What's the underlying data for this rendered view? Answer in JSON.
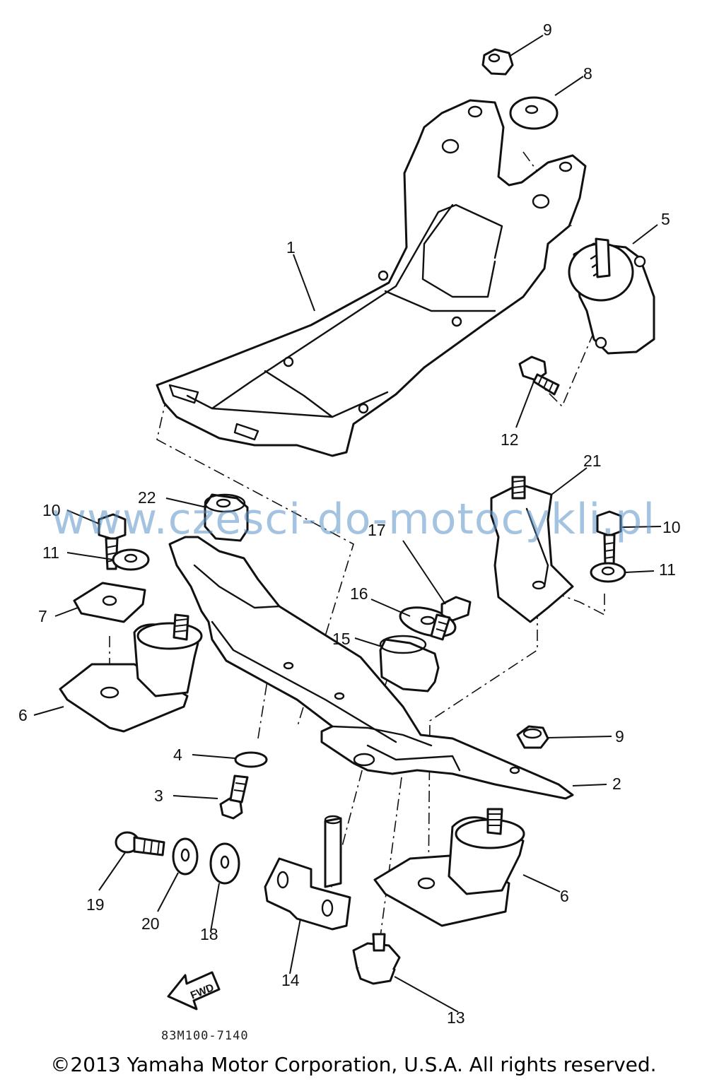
{
  "parts": [
    {
      "id": "part-1",
      "label": "1"
    },
    {
      "id": "part-2",
      "label": "2"
    },
    {
      "id": "part-3",
      "label": "3"
    },
    {
      "id": "part-4",
      "label": "4"
    },
    {
      "id": "part-5",
      "label": "5"
    },
    {
      "id": "part-6a",
      "label": "6"
    },
    {
      "id": "part-6b",
      "label": "6"
    },
    {
      "id": "part-7",
      "label": "7"
    },
    {
      "id": "part-8",
      "label": "8"
    },
    {
      "id": "part-9a",
      "label": "9"
    },
    {
      "id": "part-9b",
      "label": "9"
    },
    {
      "id": "part-10a",
      "label": "10"
    },
    {
      "id": "part-10b",
      "label": "10"
    },
    {
      "id": "part-11a",
      "label": "11"
    },
    {
      "id": "part-11b",
      "label": "11"
    },
    {
      "id": "part-12",
      "label": "12"
    },
    {
      "id": "part-13",
      "label": "13"
    },
    {
      "id": "part-14",
      "label": "14"
    },
    {
      "id": "part-15",
      "label": "15"
    },
    {
      "id": "part-16",
      "label": "16"
    },
    {
      "id": "part-17",
      "label": "17"
    },
    {
      "id": "part-18",
      "label": "18"
    },
    {
      "id": "part-19",
      "label": "19"
    },
    {
      "id": "part-20",
      "label": "20"
    },
    {
      "id": "part-21",
      "label": "21"
    },
    {
      "id": "part-22",
      "label": "22"
    }
  ],
  "fwd_label": "FWD",
  "watermark": "www.czesci-do-motocykli.pl",
  "drawing_code": "83M100-7140",
  "copyright": "©2013 Yamaha Motor Corporation, U.S.A. All rights reserved.",
  "colors": {
    "line": "#111111",
    "watermark": "#5b93c7",
    "background": "#ffffff"
  }
}
